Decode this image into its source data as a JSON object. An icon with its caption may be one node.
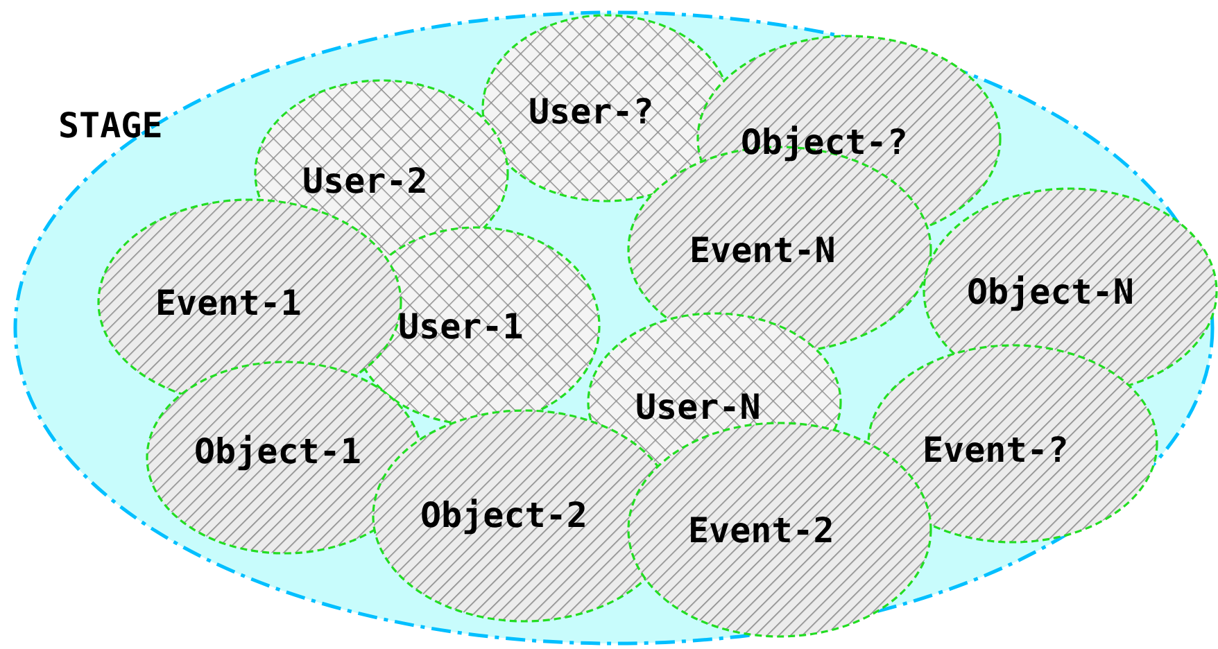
{
  "diagram": {
    "nodes": [
      {
        "text": [
          "STAGE"
        ]
      },
      {
        "text": [
          "User-?"
        ],
        "in": 0
      },
      {
        "text": [
          "Object-?"
        ],
        "in": 0
      },
      {
        "text": [
          "User-2"
        ],
        "in": 0
      },
      {
        "text": [
          "Event-N"
        ],
        "in": 0
      },
      {
        "text": [
          "Object-N"
        ],
        "in": 0
      },
      {
        "text": [
          "Event-1"
        ],
        "in": 0
      },
      {
        "text": [
          "User-1"
        ],
        "in": 0
      },
      {
        "text": [
          "User-N"
        ],
        "in": 0
      },
      {
        "text": [
          "Object-1"
        ],
        "in": 0
      },
      {
        "text": [
          "Event-?"
        ],
        "in": 0
      },
      {
        "text": [
          "Object-2"
        ],
        "in": 0
      },
      {
        "text": [
          "Event-2"
        ],
        "in": 0
      }
    ]
  }
}
